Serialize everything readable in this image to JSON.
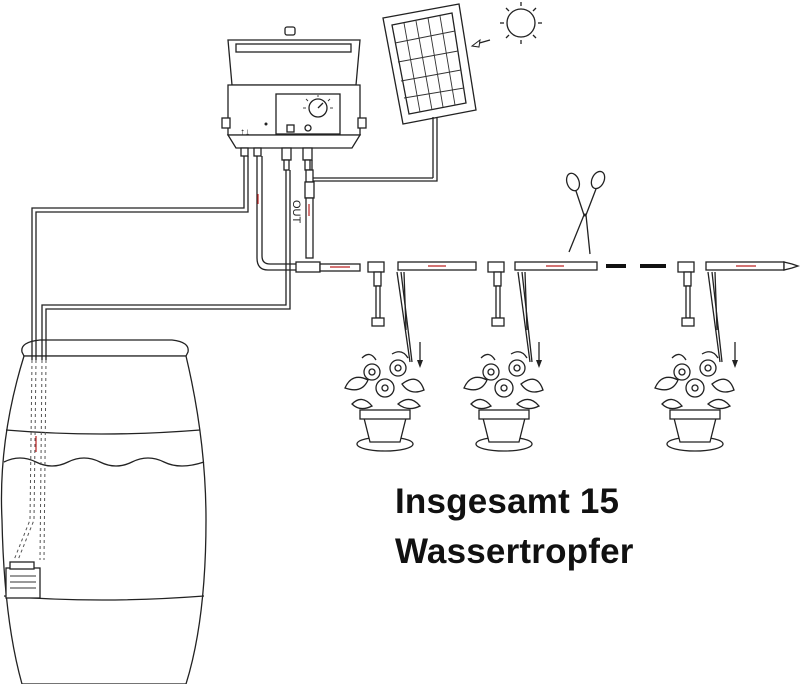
{
  "caption": {
    "line1": "Insgesamt 15",
    "line2": "Wassertropfer"
  },
  "controller": {
    "out_label": "OUT",
    "arrows_label": "↑↓"
  },
  "colors": {
    "line": "#222222",
    "flow_arrow": "#b22222",
    "background": "#ffffff"
  },
  "icons": [
    "sun-icon",
    "solar-panel-icon",
    "scissors-icon",
    "pump-icon",
    "water-barrel-icon",
    "flower-pot-icon",
    "dripper-icon",
    "timer-dial-icon"
  ]
}
